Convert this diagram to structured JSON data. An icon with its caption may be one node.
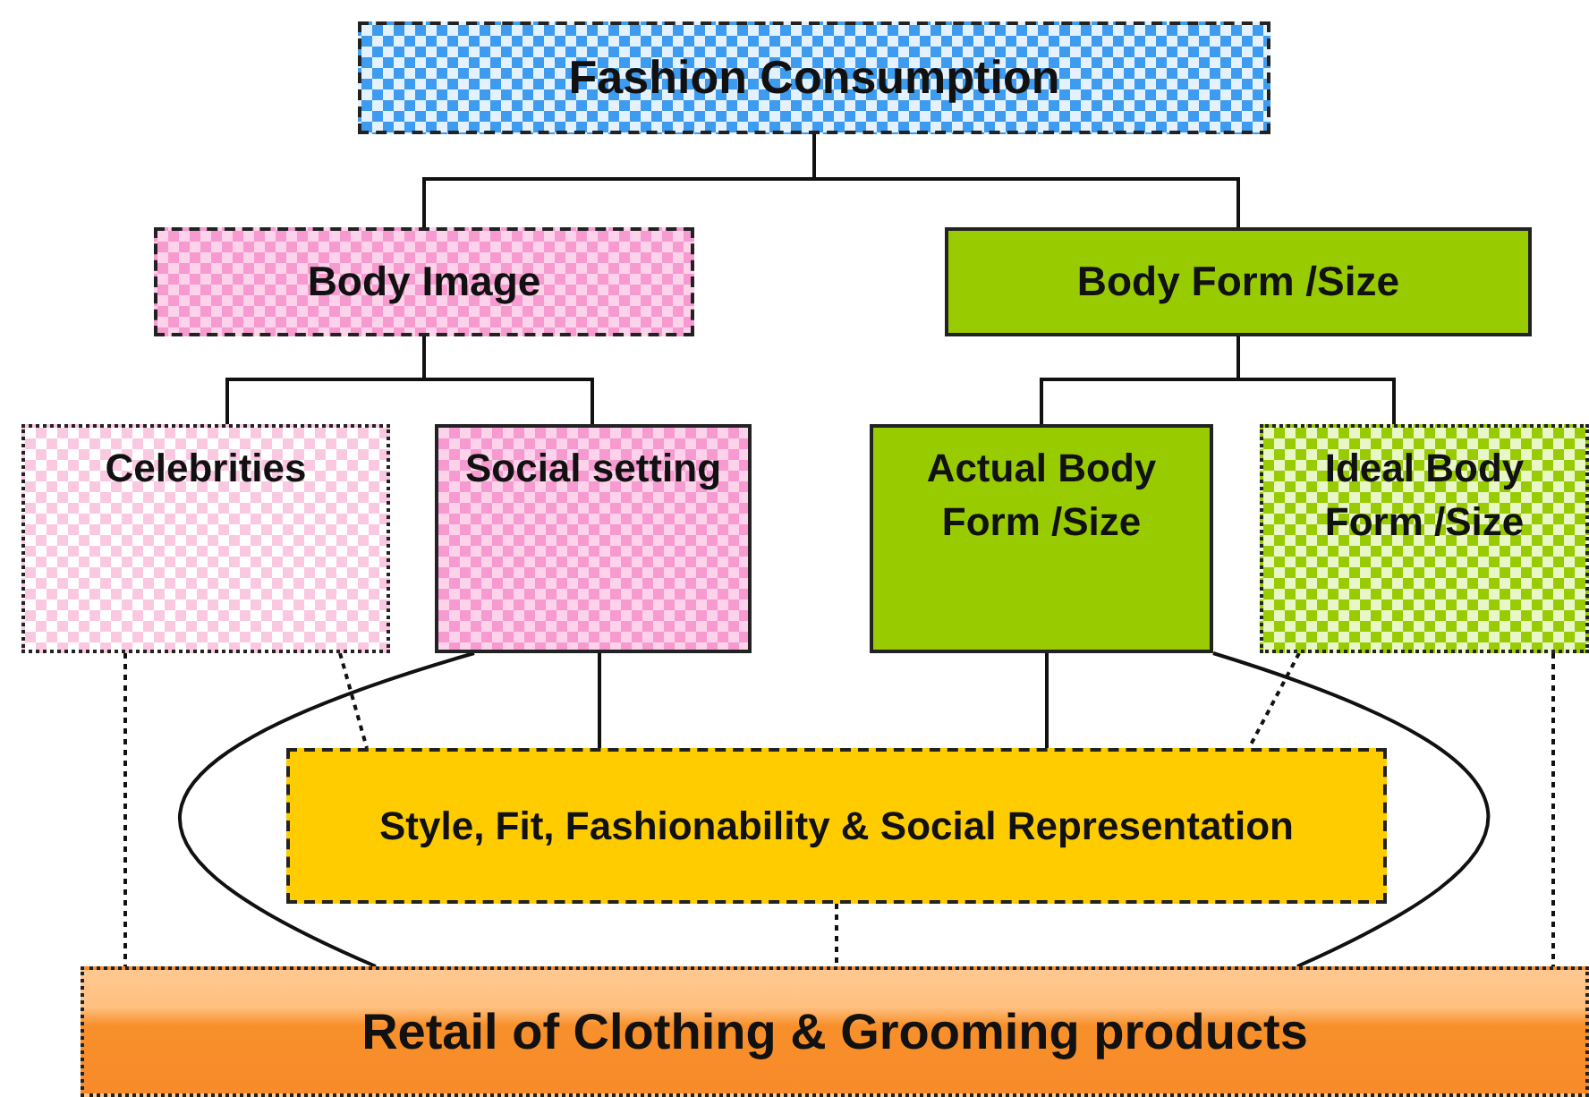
{
  "diagram": {
    "nodes": [
      {
        "text": [
          "Fashion Consumption"
        ]
      },
      {
        "text": [
          "Body Image"
        ]
      },
      {
        "text": [
          "Body Form /Size"
        ]
      },
      {
        "text": [
          "Celebrities"
        ]
      },
      {
        "text": [
          "Social setting"
        ]
      },
      {
        "text": [
          "Actual Body Form /Size"
        ]
      },
      {
        "text": [
          "Ideal Body Form /Size"
        ]
      },
      {
        "text": [
          "Style, Fit, Fashionability & Social Representation"
        ]
      },
      {
        "text": [
          "Retail of Clothing & Grooming products"
        ]
      }
    ],
    "edges": [
      {
        "from": 0,
        "to": 1,
        "arrow": "none"
      },
      {
        "from": 0,
        "to": 2,
        "arrow": "none"
      },
      {
        "from": 1,
        "to": 3,
        "arrow": "none"
      },
      {
        "from": 1,
        "to": 4,
        "arrow": "none"
      },
      {
        "from": 2,
        "to": 5,
        "arrow": "none"
      },
      {
        "from": 2,
        "to": 6,
        "arrow": "none"
      },
      {
        "from": 3,
        "to": 7,
        "arrow": "none",
        "style": "dashed"
      },
      {
        "from": 4,
        "to": 7,
        "arrow": "none"
      },
      {
        "from": 5,
        "to": 7,
        "arrow": "none"
      },
      {
        "from": 6,
        "to": 7,
        "arrow": "none",
        "style": "dashed"
      },
      {
        "from": 7,
        "to": 8,
        "arrow": "none",
        "style": "dashed"
      },
      {
        "from": 3,
        "to": 8,
        "arrow": "none",
        "style": "dashed"
      },
      {
        "from": 6,
        "to": 8,
        "arrow": "none",
        "style": "dashed"
      },
      {
        "from": 4,
        "to": 8,
        "arrow": "none"
      },
      {
        "from": 5,
        "to": 8,
        "arrow": "none"
      }
    ]
  }
}
